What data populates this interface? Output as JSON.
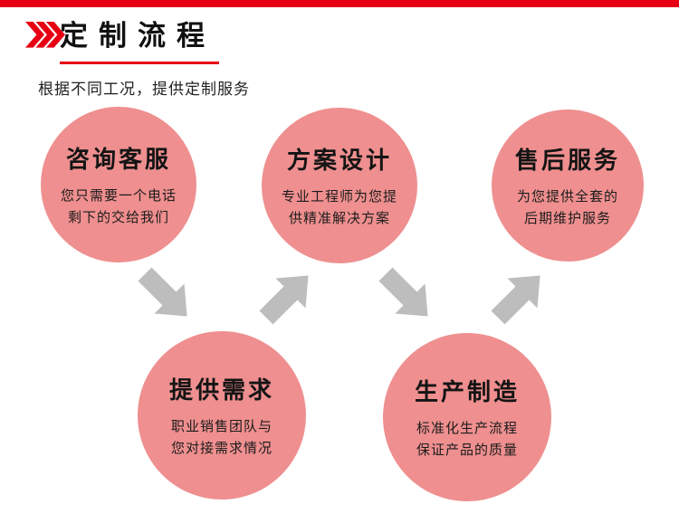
{
  "header": {
    "title": "定制流程",
    "subtitle": "根据不同工况，提供定制服务"
  },
  "steps": [
    {
      "title": "咨询客服",
      "desc1": "您只需要一个电话",
      "desc2": "剩下的交给我们"
    },
    {
      "title": "提供需求",
      "desc1": "职业销售团队与",
      "desc2": "您对接需求情况"
    },
    {
      "title": "方案设计",
      "desc1": "专业工程师为您提",
      "desc2": "供精准解决方案"
    },
    {
      "title": "生产制造",
      "desc1": "标准化生产流程",
      "desc2": "保证产品的质量"
    },
    {
      "title": "售后服务",
      "desc1": "为您提供全套的",
      "desc2": "后期维护服务"
    }
  ],
  "icons": {
    "header_chevrons": "triple-chevron-right-icon",
    "flow_arrow": "thick-diagonal-arrow-icon"
  },
  "colors": {
    "accent_red": "#e60012",
    "circle_pink": "#ef8f8f",
    "arrow_gray": "#bdbdbd",
    "text_dark": "#1a1a1a"
  }
}
